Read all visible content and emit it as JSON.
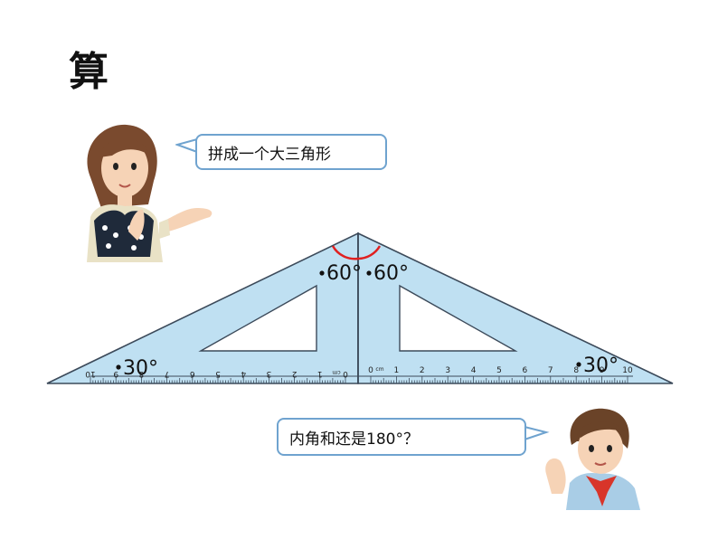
{
  "title": "算",
  "girl_speech": "拼成一个大三角形",
  "boy_speech": "内角和还是180°？",
  "angles": {
    "top_left": "60°",
    "top_right": "60°",
    "bottom_left": "30°",
    "bottom_right": "30°"
  },
  "ruler": {
    "unit": "cm",
    "left_ticks": [
      "10",
      "9",
      "8",
      "7",
      "6",
      "5",
      "4",
      "3",
      "2",
      "1",
      "0"
    ],
    "right_ticks": [
      "0",
      "1",
      "2",
      "3",
      "4",
      "5",
      "6",
      "7",
      "8",
      "9",
      "10"
    ]
  },
  "colors": {
    "triangle_fill": "#bfe0f2",
    "triangle_stroke": "#3c4a5a",
    "arc": "#e02020",
    "bubble_border": "#6fa3cf"
  }
}
